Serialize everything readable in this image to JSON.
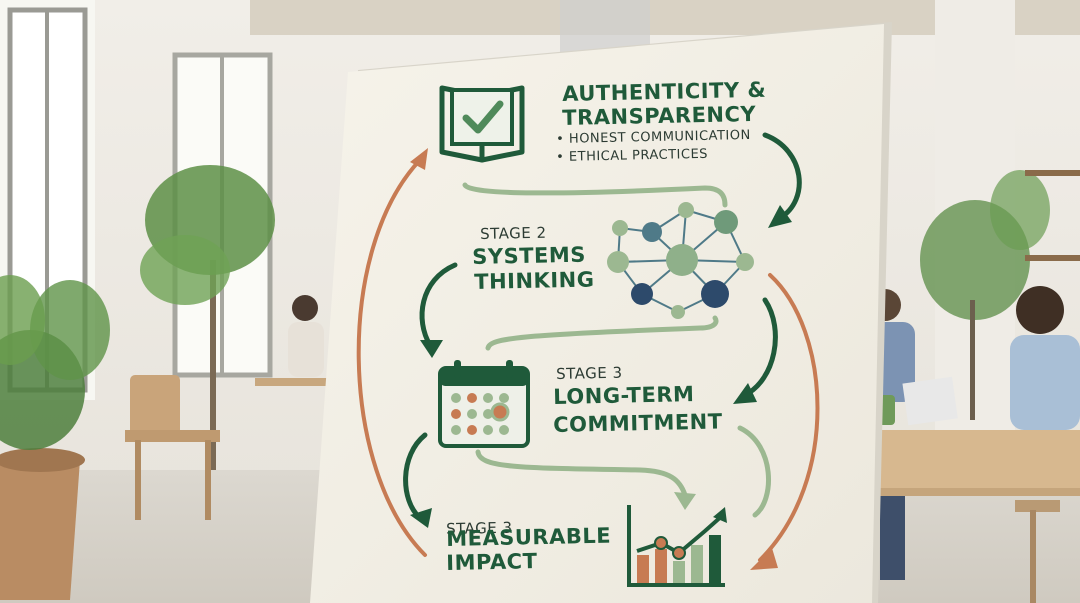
{
  "board": {
    "stage1": {
      "title_line1": "AUTHENTICITY &",
      "title_line2": "TRANSPARENCY",
      "bullets": [
        "• HONEST COMMUNICATION",
        "• ETHICAL PRACTICES"
      ]
    },
    "stage2": {
      "label": "STAGE 2",
      "title_line1": "SYSTEMS",
      "title_line2": "THINKING"
    },
    "stage3": {
      "label": "STAGE 3",
      "title_line1": "LONG-TERM",
      "title_line2": "COMMITMENT"
    },
    "stage4": {
      "label": "STAGE 3",
      "title_line1": "MEASURABLE",
      "title_line2": "IMPACT"
    }
  },
  "colors": {
    "dark_green": "#1f5a3a",
    "sage_green": "#9cb891",
    "terracotta": "#c77b53",
    "navy": "#2d4a6b",
    "board": "#f4f1e8"
  },
  "icons": [
    "open-book-check-icon",
    "network-graph-icon",
    "calendar-icon",
    "bar-chart-rising-icon"
  ]
}
